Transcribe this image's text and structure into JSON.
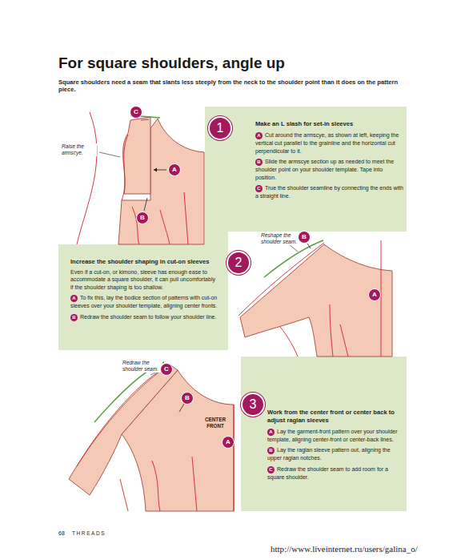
{
  "diagram": {
    "title": "For square shoulders, angle up",
    "nodes": [
      {
        "text": [
          "Make an L slash for set-in sleeves"
        ]
      },
      {
        "text": [
          "1"
        ],
        "in": 0
      },
      {
        "text": [
          "C"
        ],
        "in": 0
      },
      {
        "text": [
          "A"
        ],
        "in": 0
      },
      {
        "text": [
          "B"
        ],
        "in": 0
      },
      {
        "text": [
          "A",
          "Cut around the armscye, as shown at left, keeping the vertical cut parallel to the grainline and the horizontal cut perpendicular to it."
        ],
        "in": 0
      },
      {
        "text": [
          "B",
          "Slide the armscye section up as needed to meet the shoulder point on your shoulder template. Tape into position."
        ],
        "in": 0
      },
      {
        "text": [
          "C",
          "True the shoulder seamline by connecting the ends with a straight line."
        ],
        "in": 0
      },
      {
        "text": [
          "Increase the shoulder shaping in cut-on sleeves",
          "Even if a cut-on, or kimono, sleeve has enough ease to accommodate a square shoulder, it can pull uncomfortably if the shoulder shaping is too shallow."
        ]
      },
      {
        "text": [
          "2"
        ],
        "in": 8
      },
      {
        "text": [
          "B"
        ],
        "in": 8
      },
      {
        "text": [
          "A"
        ],
        "in": 8
      },
      {
        "text": [
          "A",
          "To fix this, lay the bodice section of patterns with cut-on sleeves over your shoulder template, aligning center fronts."
        ],
        "in": 8
      },
      {
        "text": [
          "B",
          "Redraw the shoulder seam to follow your shoulder line."
        ],
        "in": 8
      },
      {
        "text": [
          "Work from the center front or center back to adjust raglan sleeves"
        ]
      },
      {
        "text": [
          "3"
        ],
        "in": 14
      },
      {
        "text": [
          "C"
        ],
        "in": 14
      },
      {
        "text": [
          "B"
        ],
        "in": 14
      },
      {
        "text": [
          "A"
        ],
        "in": 14
      },
      {
        "text": [
          "A",
          "Lay the garment-front pattern over your shoulder template, aligning center-front or center-back lines."
        ],
        "in": 14
      },
      {
        "text": [
          "B",
          "Lay the raglan sleeve pattern out, aligning the upper raglan notches."
        ],
        "in": 14
      },
      {
        "text": [
          "C",
          "Redraw the shoulder seam to add room for a square shoulder."
        ],
        "in": 14
      }
    ],
    "labels": [
      "Square shoulders need a seam that slants less steeply from the neck to the shoulder point than it does on the pattern piece.",
      "Raise the armscye.",
      "Reshape the shoulder seam.",
      "Redraw the shoulder seam.",
      "CENTER FRONT",
      "68",
      "THREADS",
      "http://www.liveinternet.ru/users/galina_o/"
    ]
  }
}
